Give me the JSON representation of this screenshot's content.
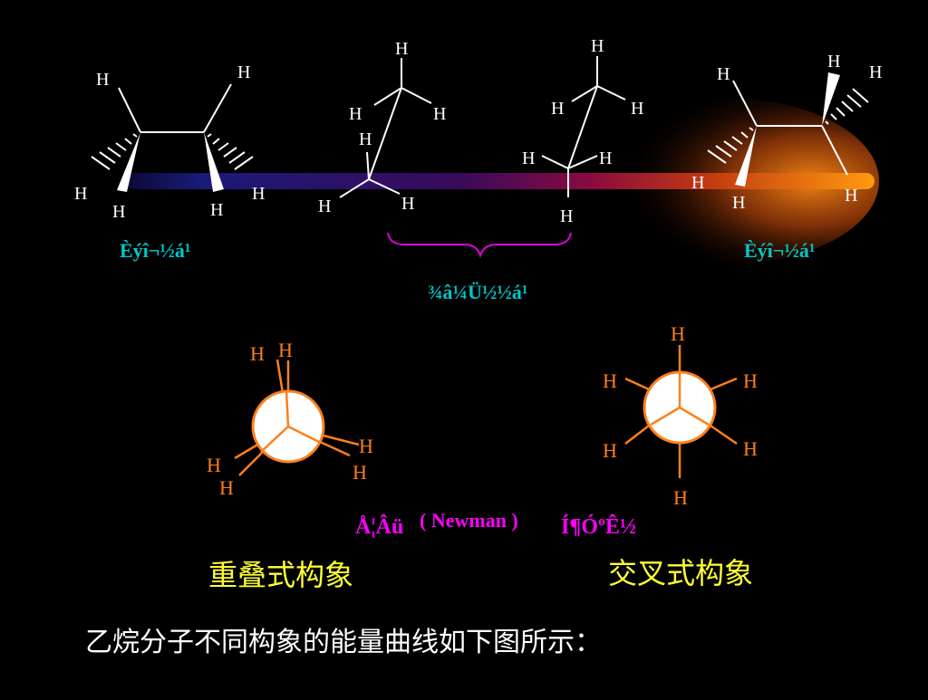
{
  "colors": {
    "background": "#000000",
    "bond": "#ffffff",
    "newman": "#ff7f1a",
    "caption_cyan": "#00c8c8",
    "caption_magenta": "#ff00ff",
    "caption_yellow": "#ffff33",
    "bracket": "#e000e0"
  },
  "atom_label": "H",
  "labels": {
    "eclipsed_left": "Èýî¬½á¹",
    "eclipsed_right": "Èýî¬½á¹",
    "skeletal_middle": "¾â¼Ü½½á¹",
    "newman_prefix": "Å¦Âü",
    "newman_paren": "( Newman )",
    "newman_suffix": "Í¶ÓºÊ½",
    "eclipsed_conformation": "重叠式构象",
    "staggered_conformation": "交叉式构象",
    "bottom_sentence": "乙烷分子不同构象的能量曲线如下图所示："
  }
}
